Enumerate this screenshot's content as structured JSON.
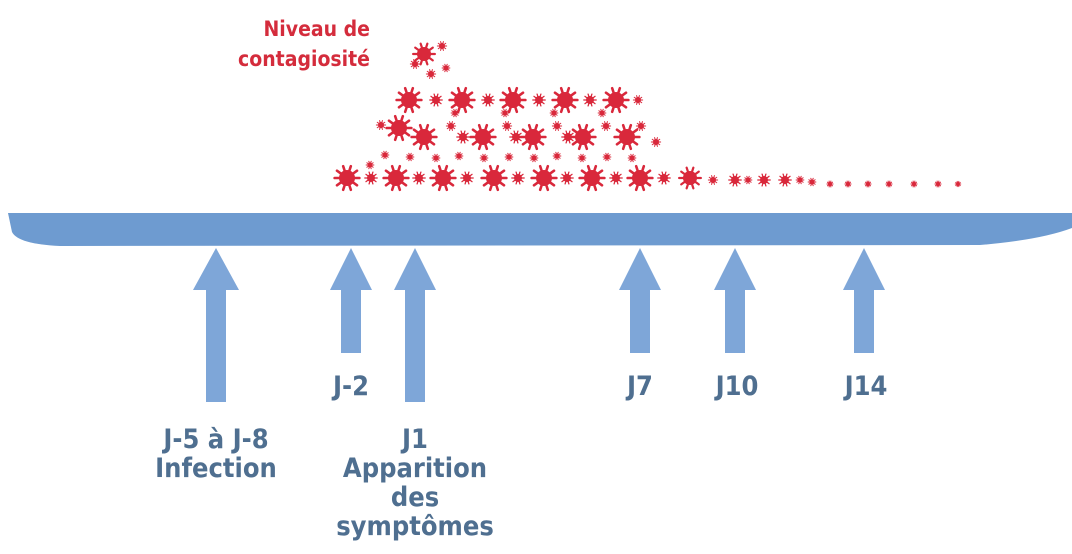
{
  "diagram": {
    "contagion_label_line1": "Niveau de",
    "contagion_label_line2": "contagiosité",
    "markers": [
      {
        "id": "infection",
        "lines": [
          "J-5 à J-8",
          "Infection"
        ]
      },
      {
        "id": "j-2",
        "lines": [
          "J-2"
        ]
      },
      {
        "id": "j1",
        "lines": [
          "J1",
          "Apparition",
          "des",
          "symptômes"
        ]
      },
      {
        "id": "j7",
        "lines": [
          "J7"
        ]
      },
      {
        "id": "j10",
        "lines": [
          "J10"
        ]
      },
      {
        "id": "j14",
        "lines": [
          "J14"
        ]
      }
    ]
  },
  "colors": {
    "timeline": "#6e9bd0",
    "arrow": "#7ea6d8",
    "virus": "#d9283b",
    "label": "#4f6f90",
    "heading": "#d42c3c"
  }
}
